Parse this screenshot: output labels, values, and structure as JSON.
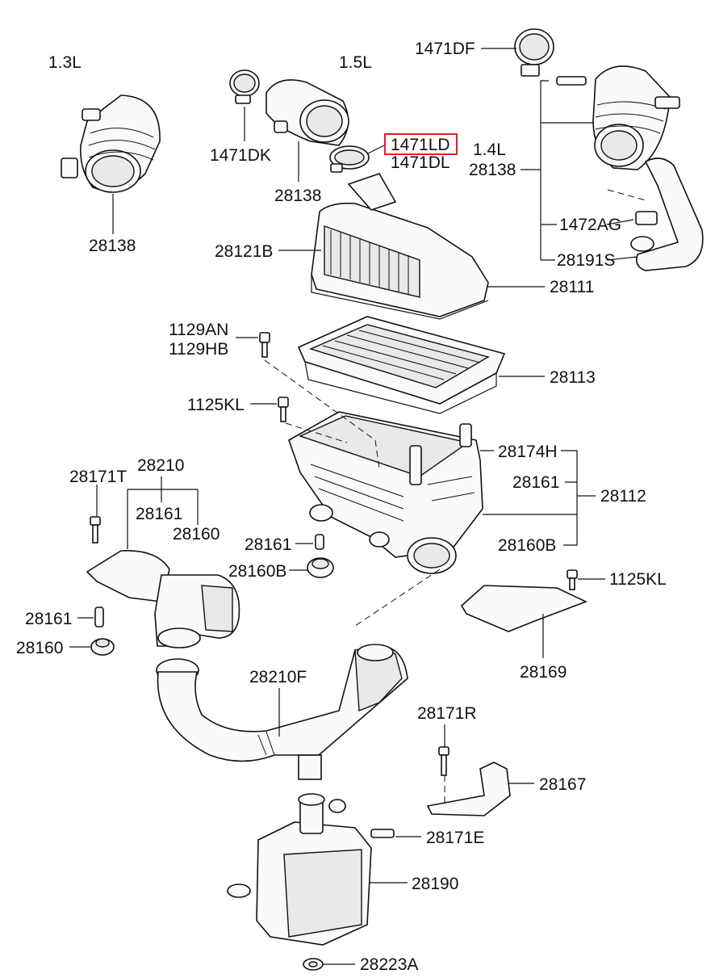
{
  "variants": {
    "v13": "1.3L",
    "v15": "1.5L",
    "v14": "1.4L"
  },
  "labels": {
    "p1471DF": "1471DF",
    "p1471DK": "1471DK",
    "p1471LD": "1471LD",
    "p1471DL": "1471DL",
    "p28138_13": "28138",
    "p28138_15": "28138",
    "p28138_14": "28138",
    "p1472AG": "1472AG",
    "p28191S": "28191S",
    "p28121B": "28121B",
    "p28111": "28111",
    "p1129AN": "1129AN",
    "p1129HB": "1129HB",
    "p28113": "28113",
    "p1125KL_a": "1125KL",
    "p28174H": "28174H",
    "p28161_r": "28161",
    "p28112": "28112",
    "p28160B_r": "28160B",
    "p28171T": "28171T",
    "p28210": "28210",
    "p28161_l": "28161",
    "p28160_l": "28160",
    "p28161_m": "28161",
    "p28160B_m": "28160B",
    "p1125KL_b": "1125KL",
    "p28161_b": "28161",
    "p28160_b": "28160",
    "p28169": "28169",
    "p28210F": "28210F",
    "p28171R": "28171R",
    "p28167": "28167",
    "p28171E": "28171E",
    "p28190": "28190",
    "p28223A": "28223A"
  },
  "highlight": {
    "part": "1471LD",
    "color": "#e02020"
  }
}
